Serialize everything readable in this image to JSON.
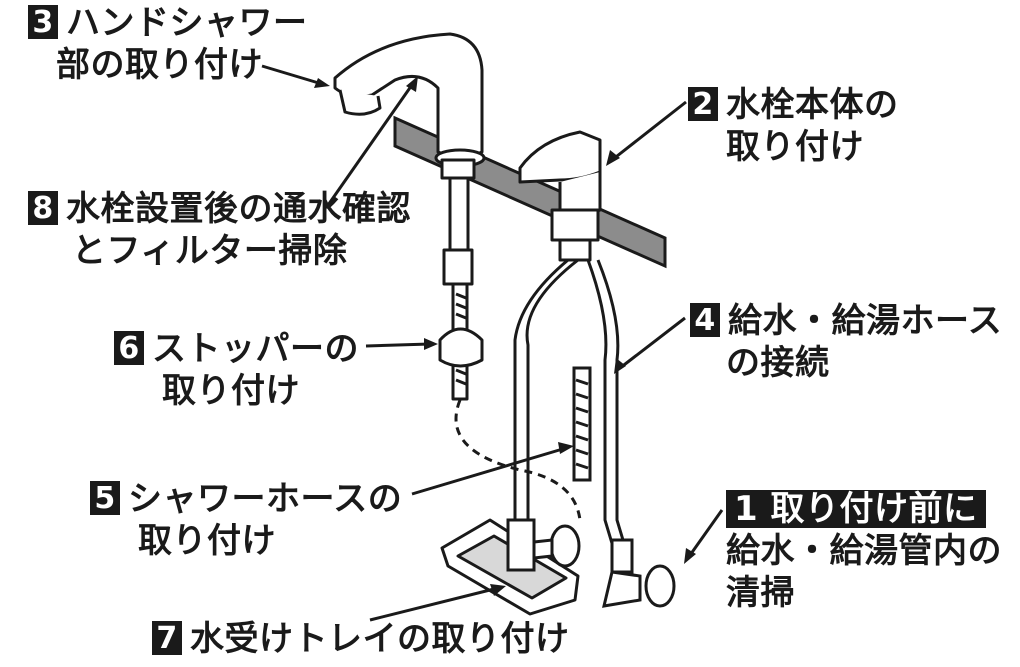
{
  "steps": [
    {
      "number": "1",
      "line1": "取り付け前に",
      "line2": "給水・給湯管内の",
      "line3": "清掃"
    },
    {
      "number": "2",
      "line1": "水栓本体の",
      "line2": "取り付け"
    },
    {
      "number": "3",
      "line1": "ハンドシャワー",
      "line2": "部の取り付け"
    },
    {
      "number": "4",
      "line1": "給水・給湯ホース",
      "line2": "の接続"
    },
    {
      "number": "5",
      "line1": "シャワーホースの",
      "line2": "取り付け"
    },
    {
      "number": "6",
      "line1": "ストッパーの",
      "line2": "取り付け"
    },
    {
      "number": "7",
      "line1": "水受けトレイの取り付け"
    },
    {
      "number": "8",
      "line1": "水栓設置後の通水確認",
      "line2": "とフィルター掃除"
    }
  ]
}
